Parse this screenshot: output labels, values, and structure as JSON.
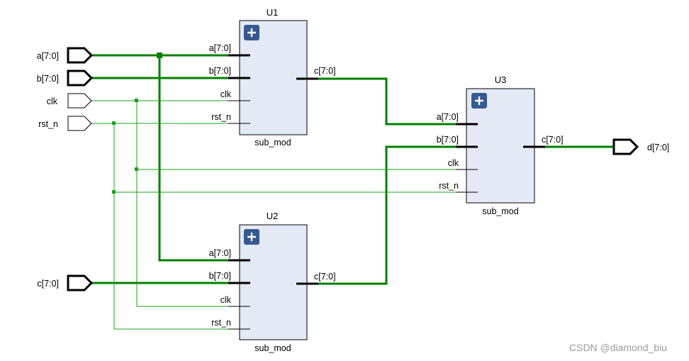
{
  "ports": {
    "in_a": "a[7:0]",
    "in_b": "b[7:0]",
    "in_clk": "clk",
    "in_rst": "rst_n",
    "in_c": "c[7:0]",
    "out_d": "d[7:0]"
  },
  "instances": {
    "u1": {
      "name": "U1",
      "cell": "sub_mod",
      "pins": {
        "a": "a[7:0]",
        "b": "b[7:0]",
        "clk": "clk",
        "rst": "rst_n",
        "c": "c[7:0]"
      }
    },
    "u2": {
      "name": "U2",
      "cell": "sub_mod",
      "pins": {
        "a": "a[7:0]",
        "b": "b[7:0]",
        "clk": "clk",
        "rst": "rst_n",
        "c": "c[7:0]"
      }
    },
    "u3": {
      "name": "U3",
      "cell": "sub_mod",
      "pins": {
        "a": "a[7:0]",
        "b": "b[7:0]",
        "clk": "clk",
        "rst": "rst_n",
        "c": "c[7:0]"
      }
    }
  },
  "icons": {
    "expand": "plus-icon"
  },
  "colors": {
    "bus_net": "#008000",
    "bit_net": "#1aa31a",
    "block_fill": "#e3eaf6",
    "expand_button": "#36598f"
  },
  "watermark": "CSDN @diamond_biu"
}
